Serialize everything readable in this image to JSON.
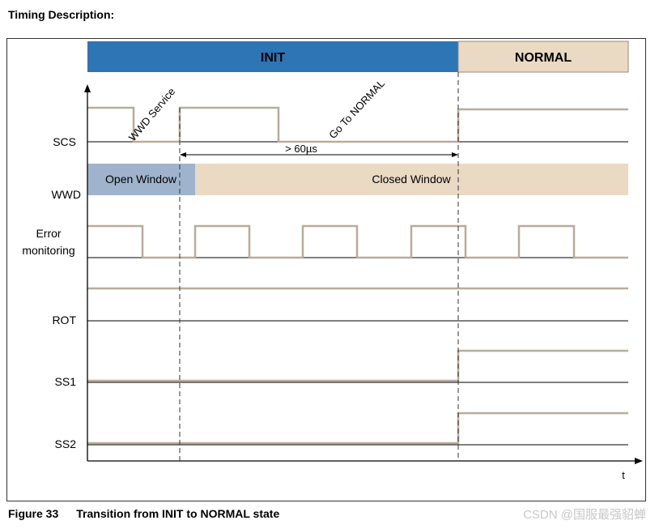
{
  "page": {
    "heading": "Timing Description:",
    "caption_number": "Figure 33",
    "caption_title": "Transition from INIT to NORMAL state",
    "watermark": "CSDN @国服最强貂蝉"
  },
  "states": {
    "init": "INIT",
    "normal": "NORMAL"
  },
  "signals": {
    "scs": "SCS",
    "wwd": "WWD",
    "error_monitoring_line1": "Error",
    "error_monitoring_line2": "monitoring",
    "rot": "ROT",
    "ss1": "SS1",
    "ss2": "SS2"
  },
  "annotations": {
    "wwd_service": "WWD Service",
    "go_to_normal": "Go To NORMAL",
    "timing": "> 60µs",
    "open_window": "Open Window",
    "closed_window": "Closed Window",
    "time_axis": "t"
  },
  "colors": {
    "init_bar": "#2e75b6",
    "normal_bar": "#ead9c3",
    "open_window": "#9fb4cc",
    "closed_window": "#ead9c3",
    "waveform": "#b9ab9b",
    "axis": "#000000"
  }
}
